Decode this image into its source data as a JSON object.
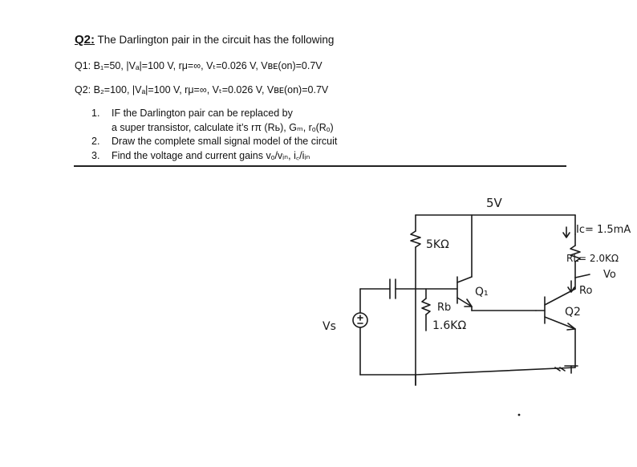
{
  "header": {
    "q_label": "Q2:",
    "intro": " The Darlington pair in the circuit has the following"
  },
  "params": {
    "q1": "Q1: B₁=50, |Vₐ|=100 V, rμ=∞, Vₜ=0.026 V, Vʙᴇ(on)=0.7V",
    "q2": "Q2: B₂=100, |Vₐ|=100 V, rμ=∞, Vₜ=0.026 V, Vʙᴇ(on)=0.7V"
  },
  "tasks": [
    {
      "num": "1.",
      "lines": [
        "IF the Darlington pair can be replaced by",
        "a super transistor, calculate it’s rπ (Rь), Gₘ, rₒ(Rₒ)"
      ]
    },
    {
      "num": "2.",
      "lines": [
        "Draw the complete small signal model of the circuit"
      ]
    },
    {
      "num": "3.",
      "lines": [
        "Find the voltage and current gains vₒ/vᵢₙ, i꜀/iᵢₙ"
      ]
    }
  ],
  "circuit": {
    "supply": "5V",
    "r_bias_top": "5KΩ",
    "q1_label": "Q₁",
    "rb_label": "Rb",
    "rb_value": "1.6KΩ",
    "ic_label": "Ic= 1.5mA",
    "rl_label": "RL= 2.0KΩ",
    "vo_label": "Vo",
    "ro_label": "Ro",
    "q2_label": "Q2",
    "vs_label": "Vs",
    "vs_symbol": "+/-"
  }
}
